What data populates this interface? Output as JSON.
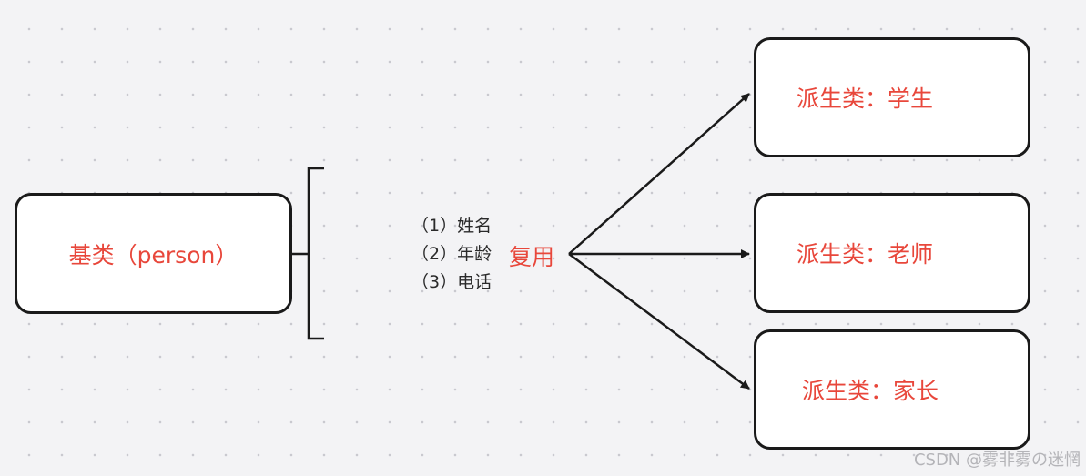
{
  "colors": {
    "accent": "#e8473b",
    "line": "#1a1a1a",
    "text": "#2a2a2a",
    "background": "#f3f3f5"
  },
  "base_class": {
    "label": "基类（person）"
  },
  "shared_members": [
    {
      "label": "（1）姓名"
    },
    {
      "label": "（2）年龄"
    },
    {
      "label": "（3）电话"
    }
  ],
  "relation": {
    "label": "复用"
  },
  "derived_classes": [
    {
      "label": "派生类：学生"
    },
    {
      "label": "派生类：老师"
    },
    {
      "label": "派生类：家长"
    }
  ],
  "watermark": {
    "text": "CSDN @雾非雾の迷惘"
  }
}
